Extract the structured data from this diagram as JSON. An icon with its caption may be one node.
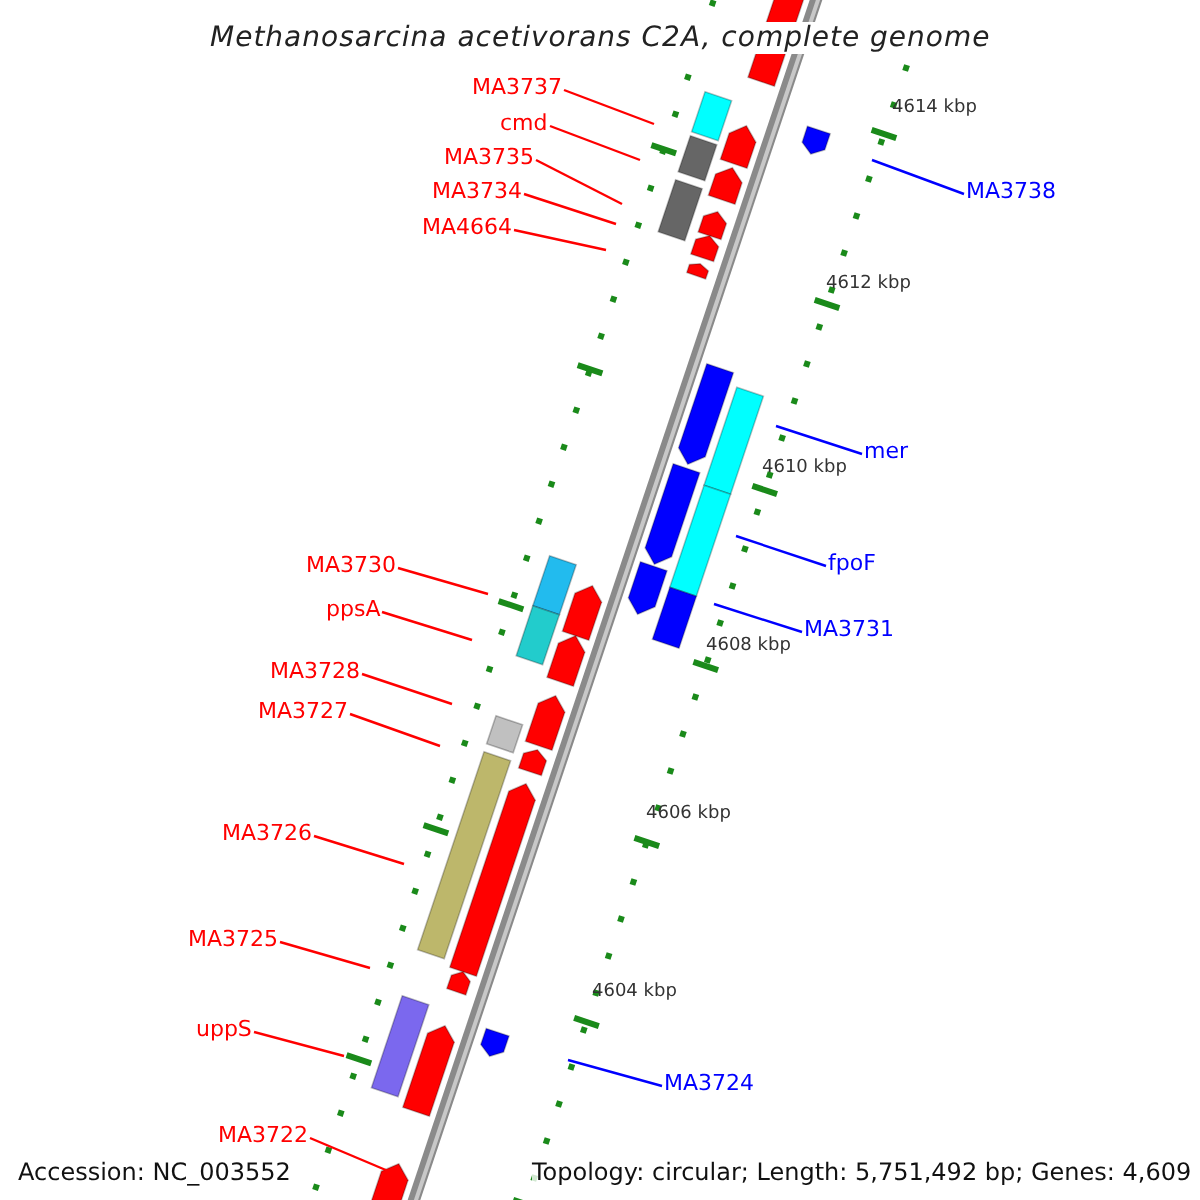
{
  "diagram": {
    "title": "Methanosarcina acetivorans C2A, complete genome",
    "nodes": [
      {
        "text": [
          "MA3737"
        ]
      },
      {
        "text": [
          "cmd"
        ]
      },
      {
        "text": [
          "MA3735"
        ]
      },
      {
        "text": [
          "MA3734"
        ]
      },
      {
        "text": [
          "MA4664"
        ]
      },
      {
        "text": [
          "MA3738"
        ]
      },
      {
        "text": [
          "mer"
        ]
      },
      {
        "text": [
          "fpoF"
        ]
      },
      {
        "text": [
          "MA3731"
        ]
      },
      {
        "text": [
          "MA3730"
        ]
      },
      {
        "text": [
          "ppsA"
        ]
      },
      {
        "text": [
          "MA3728"
        ]
      },
      {
        "text": [
          "MA3727"
        ]
      },
      {
        "text": [
          "MA3726"
        ]
      },
      {
        "text": [
          "MA3725"
        ]
      },
      {
        "text": [
          "uppS"
        ]
      },
      {
        "text": [
          "MA3724"
        ]
      },
      {
        "text": [
          "MA3722"
        ]
      }
    ],
    "edges": [
      {
        "from": 0,
        "to": null,
        "arrow": "none"
      },
      {
        "from": 1,
        "to": null,
        "arrow": "none"
      },
      {
        "from": 2,
        "to": null,
        "arrow": "none"
      },
      {
        "from": 3,
        "to": null,
        "arrow": "none"
      },
      {
        "from": 4,
        "to": null,
        "arrow": "none"
      },
      {
        "from": 5,
        "to": null,
        "arrow": "none",
        "color": "#0000ff"
      },
      {
        "from": 6,
        "to": null,
        "arrow": "none",
        "color": "#0000ff"
      },
      {
        "from": 7,
        "to": null,
        "arrow": "none",
        "color": "#0000ff"
      },
      {
        "from": 8,
        "to": null,
        "arrow": "none",
        "color": "#0000ff"
      },
      {
        "from": 9,
        "to": null,
        "arrow": "none"
      },
      {
        "from": 10,
        "to": null,
        "arrow": "none"
      },
      {
        "from": 11,
        "to": null,
        "arrow": "none"
      },
      {
        "from": 12,
        "to": null,
        "arrow": "none"
      },
      {
        "from": 13,
        "to": null,
        "arrow": "none"
      },
      {
        "from": 14,
        "to": null,
        "arrow": "none"
      },
      {
        "from": 15,
        "to": null,
        "arrow": "none"
      },
      {
        "from": 16,
        "to": null,
        "arrow": "none",
        "color": "#0000ff"
      },
      {
        "from": 17,
        "to": null,
        "arrow": "none"
      }
    ],
    "labels": [
      "4614 kbp",
      "4612 kbp",
      "4610 kbp",
      "4608 kbp",
      "4606 kbp",
      "4604 kbp",
      "Accession: NC_003552",
      "Topology: circular; Length: 5,751,492 bp; Genes: 4,609"
    ]
  }
}
